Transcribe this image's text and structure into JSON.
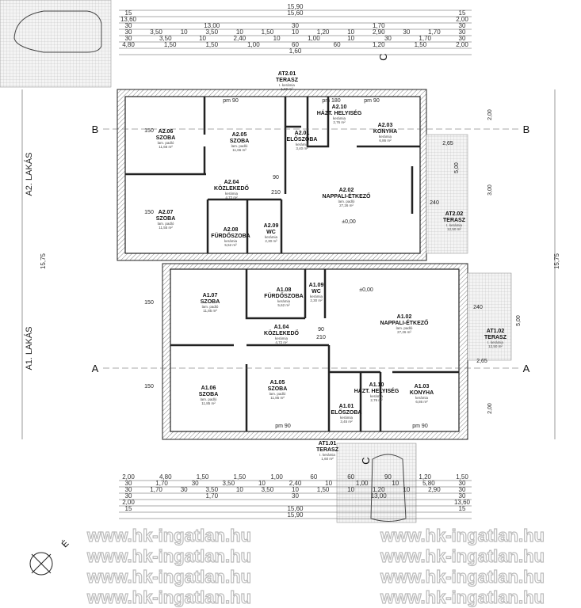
{
  "plan": {
    "units": [
      {
        "label": "A2. LAKÁS"
      },
      {
        "label": "A1. LAKÁS"
      }
    ],
    "total_side": "15,75",
    "level": "±0,00",
    "north_label": "É",
    "sections": {
      "a": "A",
      "b": "B",
      "c": "C"
    },
    "watermark": "www.hk-ingatlan.hu"
  },
  "rooms": [
    {
      "id": "A2.06",
      "name": "SZOBA",
      "mat": "lam. padló",
      "area": "11,66 m²"
    },
    {
      "id": "A2.05",
      "name": "SZOBA",
      "mat": "lam. padló",
      "area": "11,66 m²"
    },
    {
      "id": "A2.01",
      "name": "ELŐSZOBA",
      "mat": "kerámia",
      "area": "3,40 m²"
    },
    {
      "id": "A2.10",
      "name": "HÁZT. HELYISÉG",
      "mat": "kerámia",
      "area": "2,76 m²"
    },
    {
      "id": "A2.03",
      "name": "KONYHA",
      "mat": "kerámia",
      "area": "6,86 m²"
    },
    {
      "id": "A2.04",
      "name": "KÖZLEKEDŐ",
      "mat": "kerámia",
      "area": "4,72 m²"
    },
    {
      "id": "A2.02",
      "name": "NAPPALI-ÉTKEZŐ",
      "mat": "lam. padló",
      "area": "27,26 m²"
    },
    {
      "id": "A2.07",
      "name": "SZOBA",
      "mat": "lam. padló",
      "area": "11,55 m²"
    },
    {
      "id": "A2.08",
      "name": "FÜRDŐSZOBA",
      "mat": "kerámia",
      "area": "5,52 m²"
    },
    {
      "id": "A2.09",
      "name": "WC",
      "mat": "kerámia",
      "area": "2,30 m²"
    },
    {
      "id": "AT2.02",
      "name": "TERASZ",
      "mat": "I. kerámia",
      "area": "12,50 m²"
    },
    {
      "id": "AT2.01",
      "name": "TERASZ",
      "mat": "I. kerámia",
      "area": "1,60 m²"
    },
    {
      "id": "A1.07",
      "name": "SZOBA",
      "mat": "lam. padló",
      "area": "11,85 m²"
    },
    {
      "id": "A1.08",
      "name": "FÜRDŐSZOBA",
      "mat": "kerámia",
      "area": "5,62 m²"
    },
    {
      "id": "A1.09",
      "name": "WC",
      "mat": "kerámia",
      "area": "2,30 m²"
    },
    {
      "id": "A1.02",
      "name": "NAPPALI-ÉTKEZŐ",
      "mat": "lam. padló",
      "area": "27,26 m²"
    },
    {
      "id": "A1.04",
      "name": "KÖZLEKEDŐ",
      "mat": "kerámia",
      "area": "4,72 m²"
    },
    {
      "id": "A1.06",
      "name": "SZOBA",
      "mat": "lam. padló",
      "area": "11,85 m²"
    },
    {
      "id": "A1.05",
      "name": "SZOBA",
      "mat": "lam. padló",
      "area": "11,85 m²"
    },
    {
      "id": "A1.10",
      "name": "HÁZT. HELYISÉG",
      "mat": "kerámia",
      "area": "2,76 m²"
    },
    {
      "id": "A1.03",
      "name": "KONYHA",
      "mat": "kerámia",
      "area": "6,86 m²"
    },
    {
      "id": "A1.01",
      "name": "ELŐSZOBA",
      "mat": "kerámia",
      "area": "3,45 m²"
    },
    {
      "id": "AT1.02",
      "name": "TERASZ",
      "mat": "I. kerámia",
      "area": "12,50 m²"
    },
    {
      "id": "AT1.01",
      "name": "TERASZ",
      "mat": "I. kerámia",
      "area": "1,60 m²"
    }
  ],
  "dims_top": [
    [
      "15,90"
    ],
    [
      "15",
      "15,60",
      "15"
    ],
    [
      "13,60",
      "2,00"
    ],
    [
      "30",
      "13,00",
      "30",
      "1,70",
      "30"
    ],
    [
      "30",
      "3,50",
      "10",
      "3,50",
      "10",
      "1,50",
      "10",
      "1,20",
      "10",
      "2,90",
      "30",
      "1,70",
      "30"
    ],
    [
      "30",
      "3,50",
      "10",
      "2,40",
      "10",
      "1,00",
      "10",
      "30",
      "1,70",
      "30"
    ],
    [
      "4,80",
      "1,50",
      "1,50",
      "1,00",
      "60",
      "60",
      "1,20",
      "1,50",
      "2,00"
    ],
    [
      "1,60"
    ]
  ],
  "dims_bottom": [
    [
      "2,00",
      "4,80",
      "1,50",
      "1,50",
      "1,00",
      "60",
      "60",
      "90",
      "1,20",
      "1,50"
    ],
    [
      "30",
      "1,70",
      "30",
      "3,50",
      "10",
      "2,40",
      "10",
      "1,00",
      "10",
      "5,80",
      "30"
    ],
    [
      "30",
      "1,70",
      "30",
      "3,50",
      "10",
      "3,50",
      "10",
      "1,50",
      "10",
      "1,20",
      "10",
      "2,90",
      "30"
    ],
    [
      "30",
      "1,70",
      "30",
      "13,00",
      "30"
    ],
    [
      "2,00",
      "13,60"
    ],
    [
      "15",
      "15,60",
      "15"
    ],
    [
      "15,90"
    ]
  ],
  "door_marks": [
    "pm 90",
    "pm 180",
    "90",
    "210",
    "150",
    "240",
    "2,65",
    "2,00",
    "5,00",
    "3,00"
  ]
}
